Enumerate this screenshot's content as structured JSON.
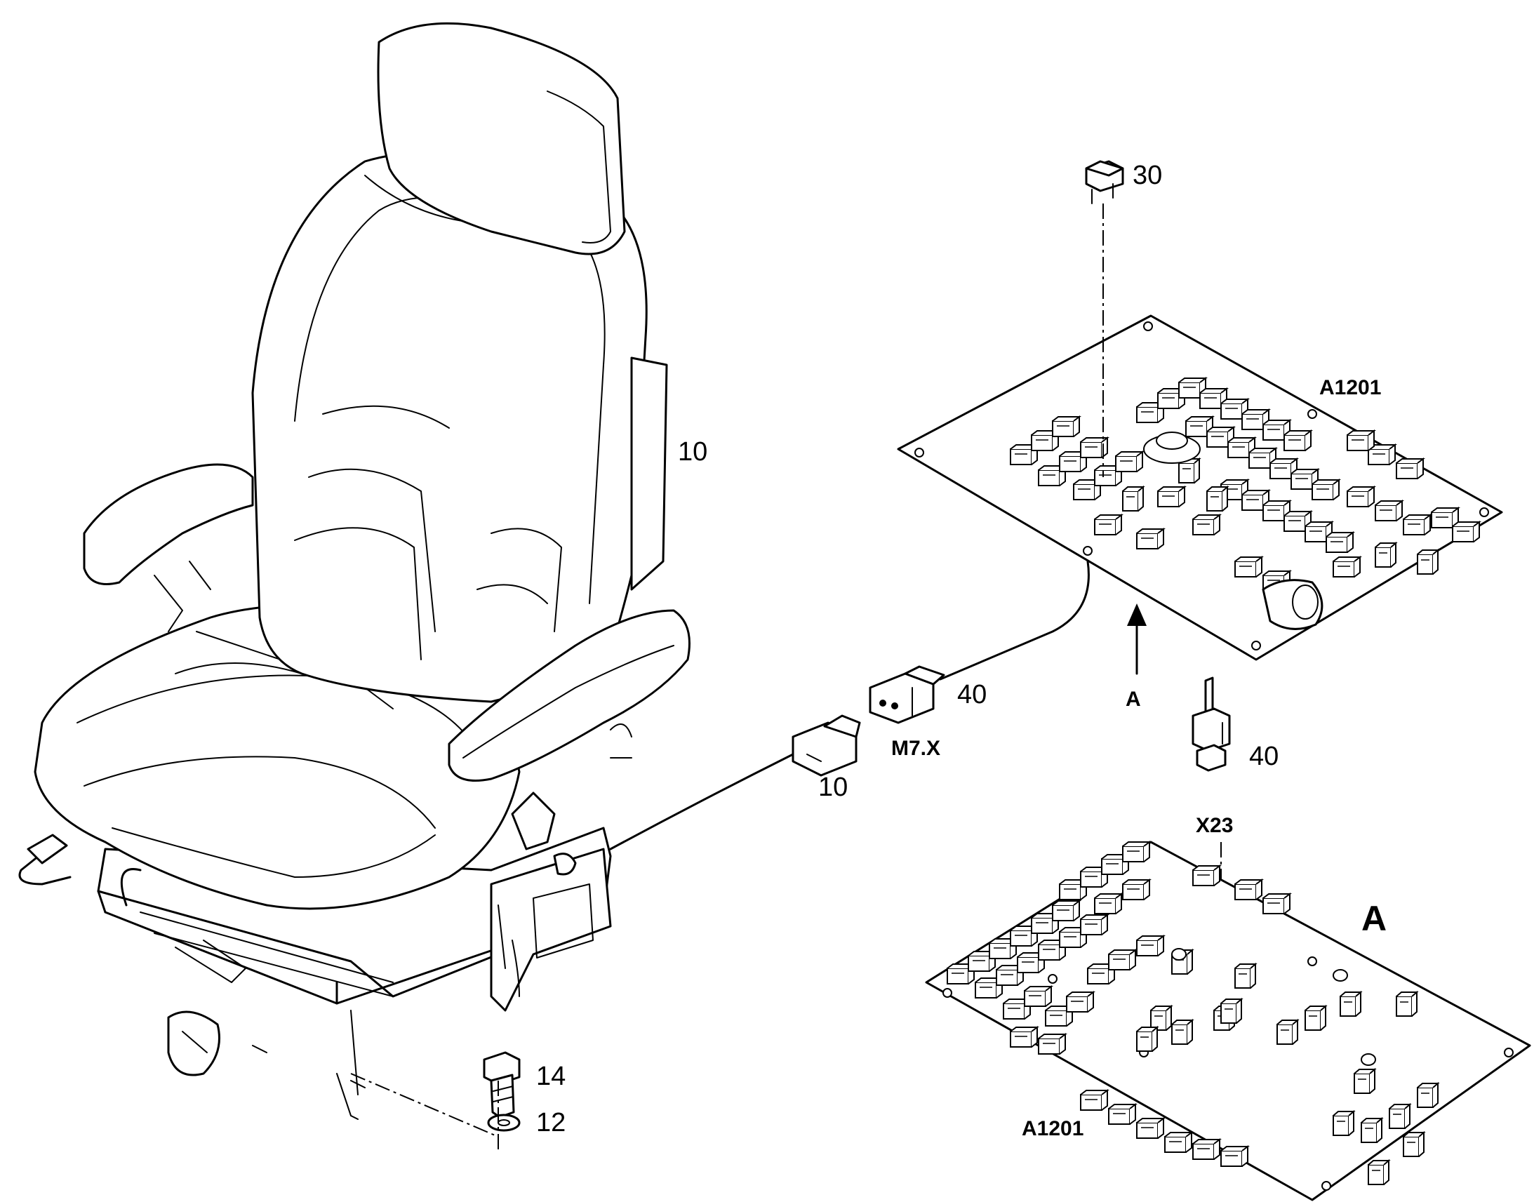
{
  "labels": {
    "fuse_30": "30",
    "seat_10": "10",
    "board_top": "A1201",
    "connector_40_top": "40",
    "m7x": "M7.X",
    "plug_10": "10",
    "arrow_a": "A",
    "connector_40_bottom": "40",
    "x23": "X23",
    "detail_a": "A",
    "bolt_14": "14",
    "washer_12": "12",
    "board_bottom": "A1201"
  }
}
